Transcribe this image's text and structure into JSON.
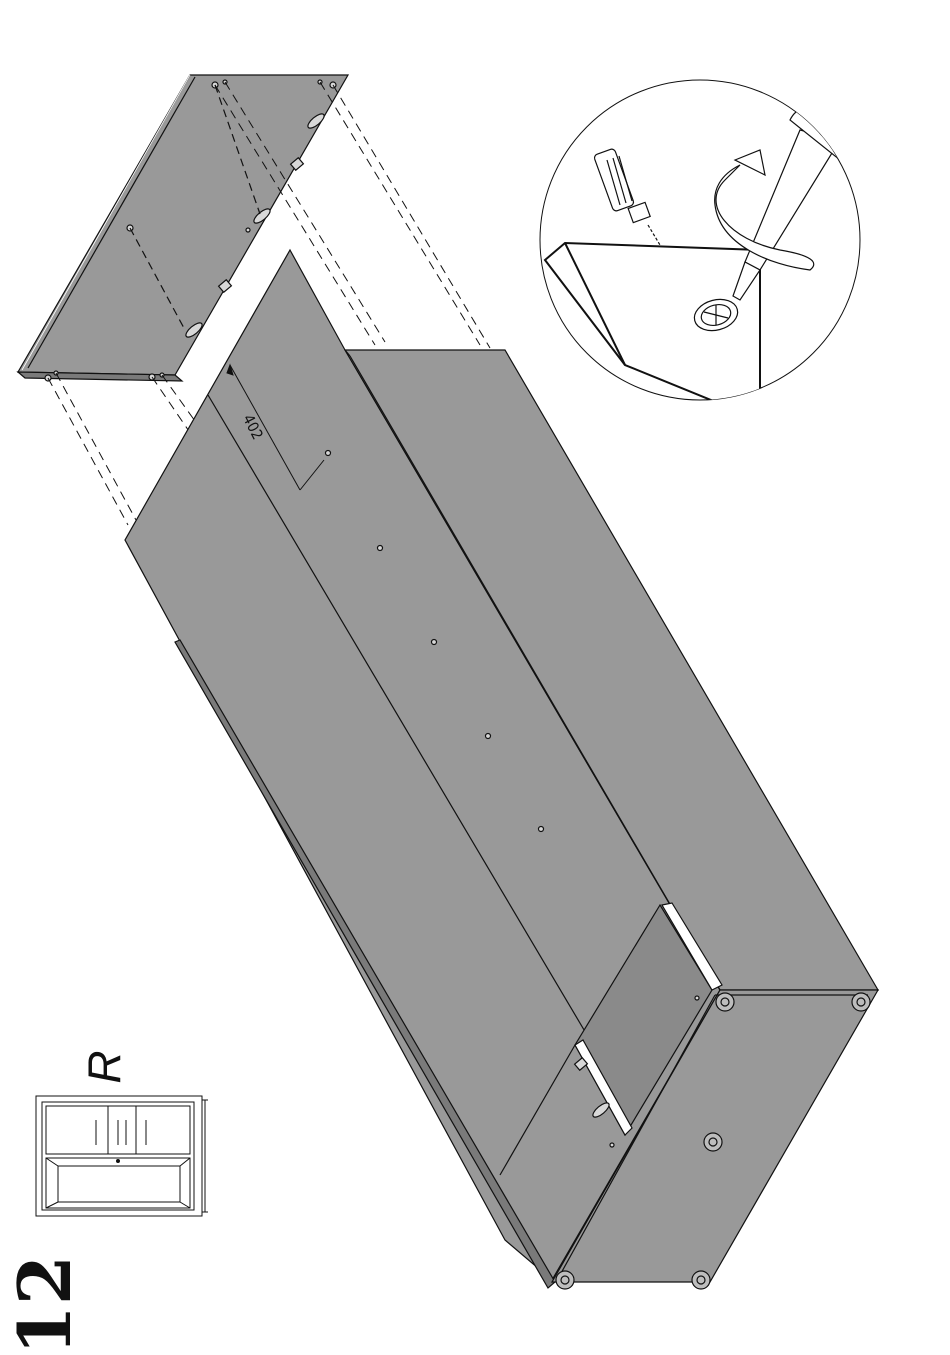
{
  "step": {
    "number": "12"
  },
  "side_label": "R",
  "dimension": {
    "value": "402"
  },
  "colors": {
    "panel": "#999999",
    "panel_dark": "#7a7a7a",
    "line": "#111111",
    "background": "#ffffff"
  },
  "icons": [
    "cabinet-front-thumbnail-icon",
    "screwdriver-icon",
    "cam-lock-icon",
    "rotation-arrow-icon"
  ]
}
